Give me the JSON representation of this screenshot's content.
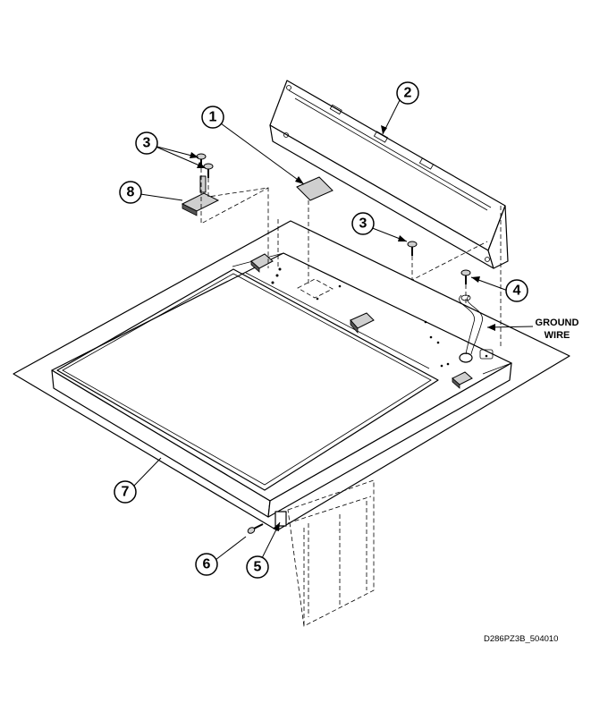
{
  "callouts": [
    {
      "id": "1",
      "label": "1"
    },
    {
      "id": "2",
      "label": "2"
    },
    {
      "id": "3a",
      "label": "3"
    },
    {
      "id": "3b",
      "label": "3"
    },
    {
      "id": "4",
      "label": "4"
    },
    {
      "id": "5",
      "label": "5"
    },
    {
      "id": "6",
      "label": "6"
    },
    {
      "id": "7",
      "label": "7"
    },
    {
      "id": "8",
      "label": "8"
    }
  ],
  "ground_wire": {
    "line1": "GROUND",
    "line2": "WIRE"
  },
  "drawing_code": "D286PZ3B_504010"
}
